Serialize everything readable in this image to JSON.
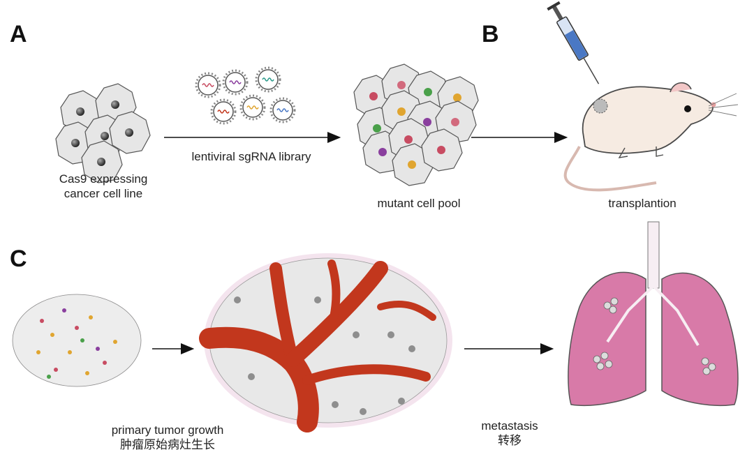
{
  "panels": {
    "a": "A",
    "b": "B",
    "c": "C"
  },
  "labels": {
    "cas9_line1": "Cas9 expressing",
    "cas9_line2": "cancer cell line",
    "lentiviral": "lentiviral sgRNA library",
    "mutant_pool": "mutant cell pool",
    "transplant": "transplantion",
    "primary_en": "primary tumor growth",
    "primary_zh": "肿瘤原始病灶生长",
    "metastasis_en": "metastasis",
    "metastasis_zh": "转移"
  },
  "colors": {
    "cell_fill": "#e6e6e6",
    "cell_stroke": "#555555",
    "vessel": "#c2371d",
    "lung": "#d87aa8",
    "syringe": "#4a78c4",
    "mouse": "#f6ebe2",
    "nucleus_palette": [
      "#c84c62",
      "#e0a530",
      "#4aa04a",
      "#8a3f9e",
      "#d26a7d",
      "#7a6ad0"
    ]
  }
}
